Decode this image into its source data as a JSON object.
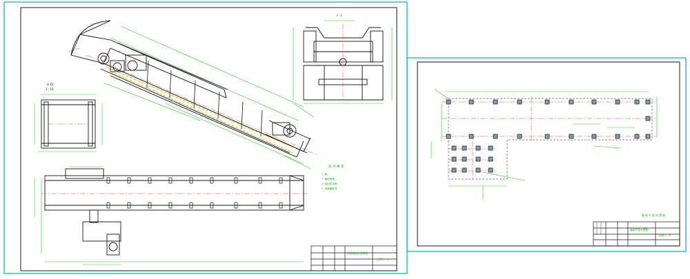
{
  "colors": {
    "frame": "#00b3b3",
    "sheet_border": "#1a1a1a",
    "body_line": "#111111",
    "dimension": "#22cc22",
    "centerline": "#d64545",
    "hidden": "#d4b800",
    "hatch": "#8899aa",
    "background": "#ffffff"
  },
  "sheet_left": {
    "view_elevation": {
      "label": "A 向",
      "sublabel": "1 : 10"
    },
    "view_section": {
      "label": "I - I"
    },
    "tech_notes": {
      "heading": "技 术 要 求",
      "items": [
        "1. 输 ...",
        "2. 输送带宽 ...",
        "3. 电动机功率 ...",
        "4. 减速器型号 ..."
      ]
    },
    "title_block": {
      "drawing_name": "刮板输送机总装图",
      "scale": "比例 1 : 5"
    }
  },
  "sheet_right": {
    "layout_label": "基 础 平 面 布 置 图",
    "title_block": {
      "drawing_name": "基础平面布置图",
      "scale": "比例 1 : 5"
    }
  }
}
